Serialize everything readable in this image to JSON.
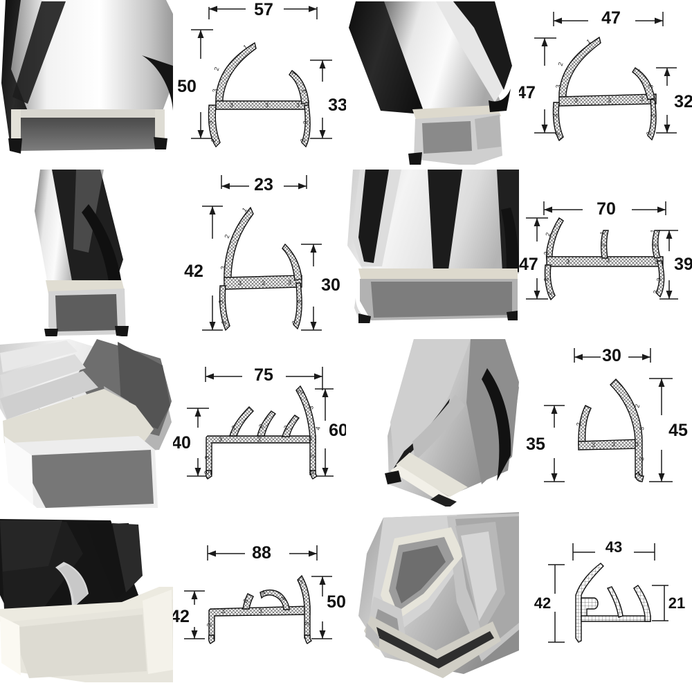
{
  "sheet": {
    "title": "PVC / Rubber Edge Seal Profile Catalog",
    "layout": "2 columns of (photo + cross-section drawing), 4 rows",
    "unit": "mm",
    "background_color": "#ffffff",
    "line_color": "#1a1a1a"
  },
  "items": [
    {
      "id": "profile-1",
      "row": 1,
      "column": "left",
      "photo_caption": "Aluminium U-channel with black rubber lip seal, end-on view",
      "photo_colors": {
        "body": "#d9d9d9",
        "seal": "#1b1b1b",
        "cavity": "#6b6b6b"
      },
      "dimensions": {
        "width": "57",
        "left_height": "50",
        "right_height": "33"
      },
      "wall_marks": [
        "2",
        "1",
        "3",
        "3",
        "3",
        "3",
        "3",
        "3",
        "2",
        "2",
        "1",
        "3"
      ],
      "shape": "double-hook symmetric web"
    },
    {
      "id": "profile-2",
      "row": 1,
      "column": "right",
      "photo_caption": "Aluminium channel with thick black rubber bulb seal along one edge",
      "photo_colors": {
        "body": "#cfcfcf",
        "seal": "#151515",
        "cavity": "#8a8a8a"
      },
      "dimensions": {
        "width": "47",
        "left_height": "47",
        "right_height": "32"
      },
      "wall_marks": [
        "2",
        "1",
        "3",
        "3",
        "3",
        "3",
        "3",
        "3",
        "2",
        "1",
        "3"
      ],
      "shape": "double-hook symmetric web"
    },
    {
      "id": "profile-3",
      "row": 2,
      "column": "left",
      "photo_caption": "Narrow white channel profile with black seal, angled view",
      "photo_colors": {
        "body": "#d4d4d4",
        "seal": "#161616",
        "cavity": "#5f5f5f"
      },
      "dimensions": {
        "width": "23",
        "left_height": "42",
        "right_height": "30"
      },
      "wall_marks": [
        "2",
        "1",
        "3",
        "3",
        "3",
        "3",
        "3",
        "3",
        "2",
        "2"
      ],
      "shape": "narrow double-hook web"
    },
    {
      "id": "profile-4",
      "row": 2,
      "column": "right",
      "photo_caption": "Wide flat channel with two parallel black seal strips",
      "photo_colors": {
        "body": "#dcdcdc",
        "seal": "#181818",
        "cavity": "#7a7a7a"
      },
      "dimensions": {
        "width": "70",
        "left_height": "47",
        "right_height": "39"
      },
      "wall_marks": [
        "2",
        "3",
        "3",
        "2",
        "3",
        "2",
        "3",
        "3",
        "3",
        "2"
      ],
      "shape": "three-rib wide web"
    },
    {
      "id": "profile-5",
      "row": 3,
      "column": "left",
      "photo_caption": "White PVC channel with three raised internal fins, corner view",
      "photo_colors": {
        "body": "#e4e4e4",
        "seal": "#9c9c9c",
        "cavity": "#6e6e6e"
      },
      "dimensions": {
        "width": "75",
        "left_height": "40",
        "right_height": "60"
      },
      "wall_marks": [
        "2",
        "3",
        "2",
        "2",
        "3",
        "3",
        "3",
        "4",
        "3",
        "2"
      ],
      "shape": "three angled fins with tall right hook"
    },
    {
      "id": "profile-6",
      "row": 3,
      "column": "right",
      "photo_caption": "Curved grey profile with black rubber backing, diagonal view",
      "photo_colors": {
        "body": "#bdbdbd",
        "seal": "#141414",
        "cavity": "#8f8f8f"
      },
      "dimensions": {
        "width": "30",
        "left_height": "35",
        "right_height": "45"
      },
      "wall_marks": [
        "2",
        "3",
        "3",
        "3",
        "3",
        "2",
        "3"
      ],
      "shape": "short left hook, tall right hook"
    },
    {
      "id": "profile-7",
      "row": 4,
      "column": "left",
      "photo_caption": "Wide white channel with black moulded bulb and ridge seals on top",
      "photo_colors": {
        "body": "#e9e9e9",
        "seal": "#121212",
        "cavity": "#c9c9c9"
      },
      "dimensions": {
        "width": "88",
        "left_height": "42",
        "right_height": "50"
      },
      "wall_marks": [
        "3",
        "3",
        "3",
        "4",
        "4",
        "3",
        "3",
        "3"
      ],
      "shape": "flat web with central arch and right hook"
    },
    {
      "id": "profile-8",
      "row": 4,
      "column": "right",
      "photo_caption": "Grey PVC angle profile with internal cavity, end-on view",
      "photo_colors": {
        "body": "#b9b9b9",
        "seal": "#a3a3a3",
        "cavity": "#4d4d4d"
      },
      "dimensions": {
        "width": "43",
        "left_height": "42",
        "right_height": "21"
      },
      "wall_marks": [],
      "shape": "hooked left leg with twin barbs"
    }
  ]
}
